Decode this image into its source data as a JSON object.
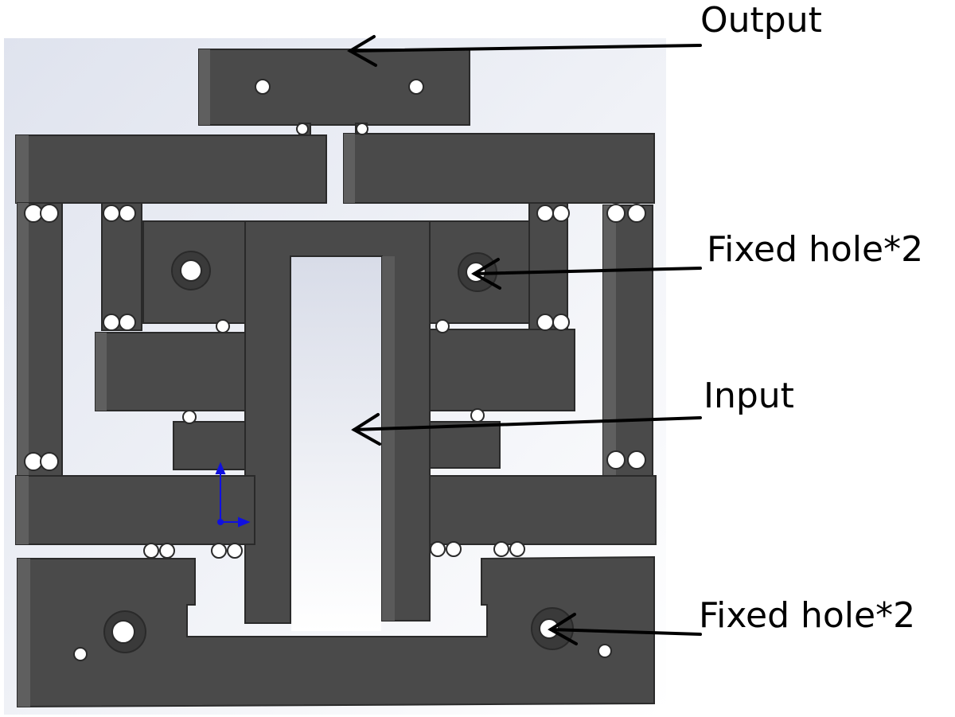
{
  "labels": {
    "output": "Output",
    "fixed_hole_top": "Fixed hole*2",
    "input": "Input",
    "fixed_hole_bottom": "Fixed hole*2"
  },
  "colors": {
    "part_fill": "#4a4a4a",
    "part_edge": "#2a2a2a",
    "part_highlight": "#6a6a6a",
    "viewport_bg_top": "#dfe3ee",
    "viewport_bg_bottom": "#ffffff",
    "arrow": "#000000",
    "triad": "#1010e0"
  }
}
